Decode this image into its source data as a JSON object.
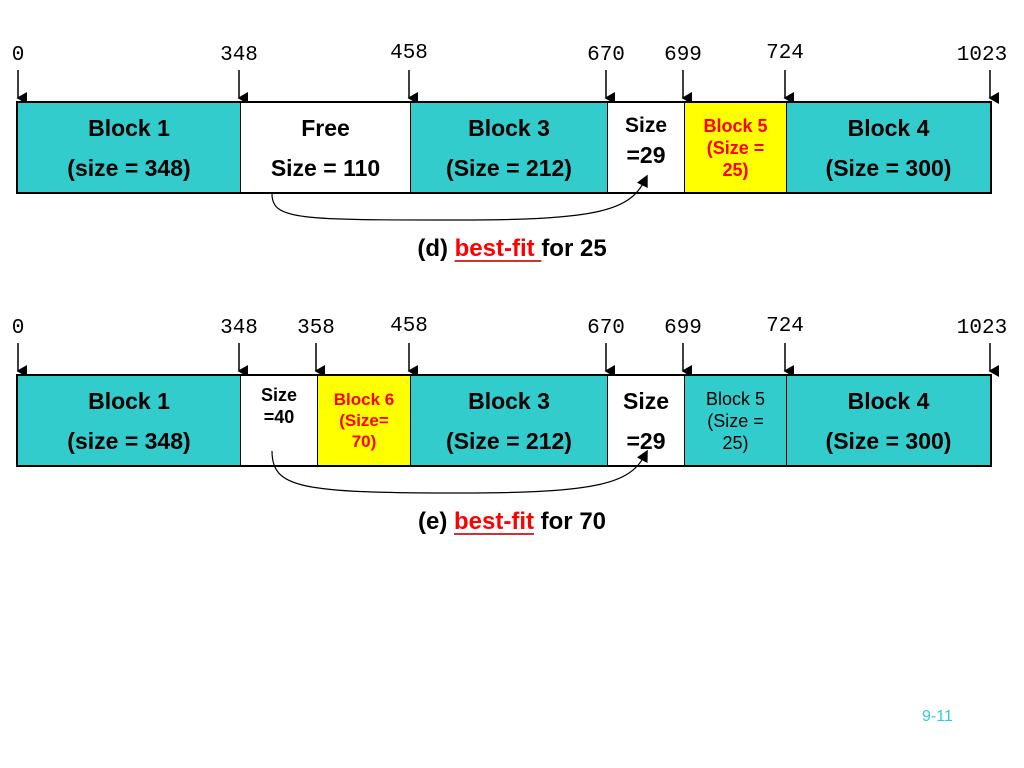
{
  "colors": {
    "block": "#33cccc",
    "free": "#ffffff",
    "highlight": "#ffff00",
    "accent": "#ff0000",
    "page_number": "#33cccc"
  },
  "diagram_d": {
    "addresses": [
      "0",
      "348",
      "458",
      "670",
      "699",
      "724",
      "1023"
    ],
    "blocks": [
      {
        "line1": "Block 1",
        "line2": "(size = 348)"
      },
      {
        "line1": "Free",
        "line2": "Size = 110"
      },
      {
        "line1": "Block 3",
        "line2": "(Size = 212)"
      },
      {
        "line1": "Size",
        "line2": "=29"
      },
      {
        "line1": "Block 5",
        "line2": "(Size =",
        "line3": "25)"
      },
      {
        "line1": "Block 4",
        "line2": "(Size = 300)"
      }
    ],
    "caption": {
      "prefix": "(d) ",
      "highlight": "best-fit ",
      "suffix": "for 25"
    }
  },
  "diagram_e": {
    "addresses": [
      "0",
      "348",
      "358",
      "458",
      "670",
      "699",
      "724",
      "1023"
    ],
    "blocks": [
      {
        "line1": "Block 1",
        "line2": "(size = 348)"
      },
      {
        "line1": "Size",
        "line2": "=40"
      },
      {
        "line1": "Block 6",
        "line2": "(Size=",
        "line3": "70)"
      },
      {
        "line1": "Block 3",
        "line2": "(Size = 212)"
      },
      {
        "line1": "Size",
        "line2": "=29"
      },
      {
        "line1": "Block 5",
        "line2": "(Size =",
        "line3": "25)"
      },
      {
        "line1": "Block 4",
        "line2": "(Size = 300)"
      }
    ],
    "caption": {
      "prefix": "(e) ",
      "highlight": "best-fit",
      "suffix": " for 70"
    }
  },
  "page_number": "9-11"
}
